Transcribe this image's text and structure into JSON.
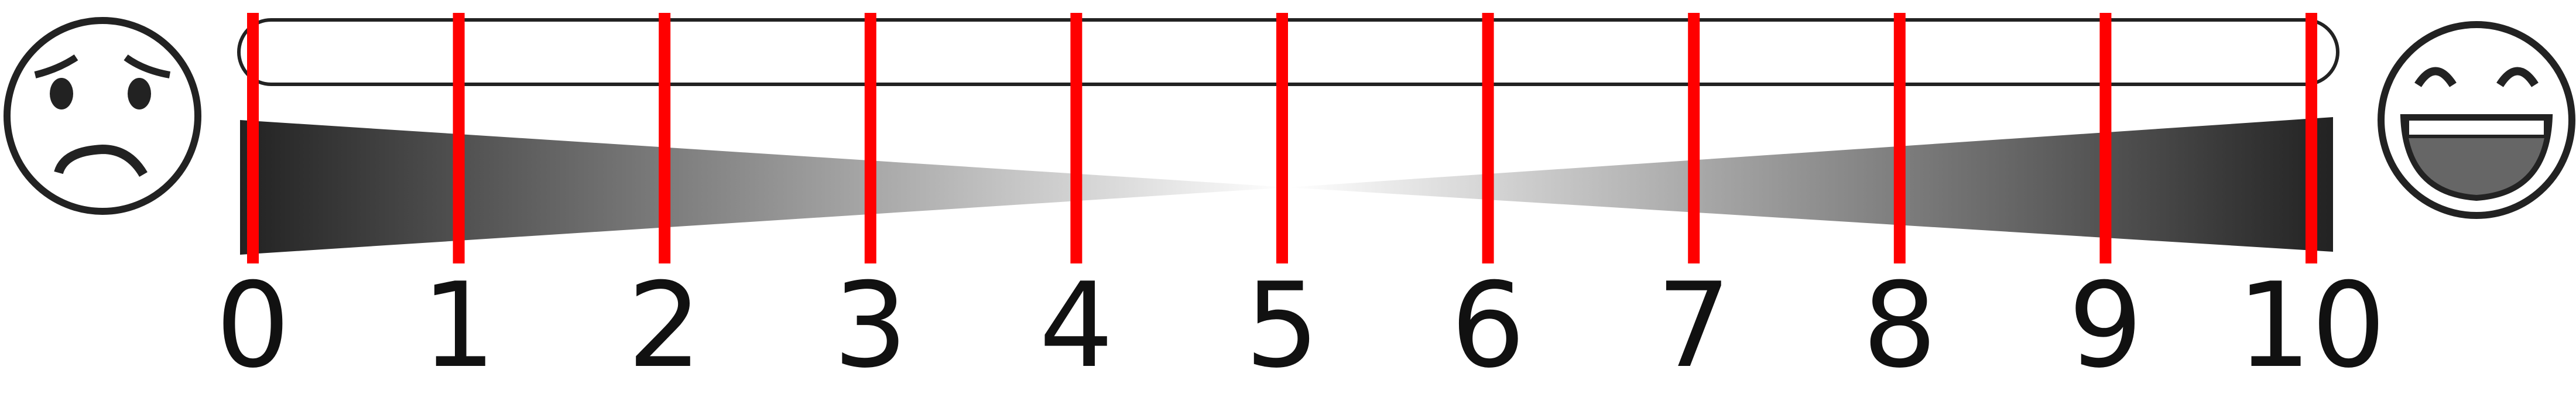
{
  "scale": {
    "labels": [
      "0",
      "1",
      "2",
      "3",
      "4",
      "5",
      "6",
      "7",
      "8",
      "9",
      "10"
    ],
    "left_face_icon": "sad-face-icon",
    "right_face_icon": "laughing-face-icon"
  },
  "colors": {
    "tick": "#ff0000",
    "wedge_dark": "#222222",
    "wedge_light": "#ffffff",
    "outline": "#222222",
    "mouth_fill": "#666666"
  }
}
